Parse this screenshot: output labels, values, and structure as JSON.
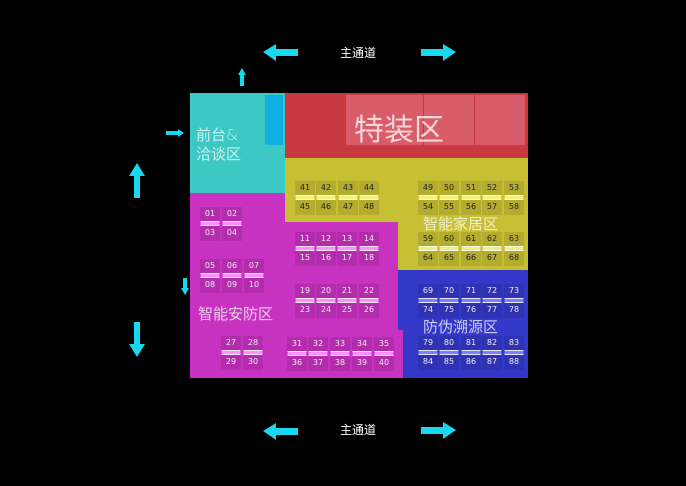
{
  "labels": {
    "main_aisle_top": "主通道",
    "main_aisle_bottom": "主通道",
    "special_zone": "特装区",
    "reception_line1": "前台&",
    "reception_line2": "洽谈区",
    "smart_home": "智能家居区",
    "smart_security": "智能安防区",
    "anti_counterfeit": "防伪溯源区"
  },
  "colors": {
    "reception": "#3cc8c4",
    "special": "#c8383f",
    "smart_home": "#c8c034",
    "smart_security": "#c832c0",
    "anti_counterfeit": "#3438c8",
    "arrow": "#18d8f0"
  },
  "booth_groups": [
    {
      "zone": "smart_home",
      "top": [
        "41",
        "42",
        "43",
        "44"
      ],
      "bottom": [
        "45",
        "46",
        "47",
        "48"
      ]
    },
    {
      "zone": "smart_home",
      "top": [
        "49",
        "50",
        "51",
        "52",
        "53"
      ],
      "bottom": [
        "54",
        "55",
        "56",
        "57",
        "58"
      ]
    },
    {
      "zone": "smart_home",
      "top": [
        "59",
        "60",
        "61",
        "62",
        "63"
      ],
      "bottom": [
        "64",
        "65",
        "66",
        "67",
        "68"
      ]
    },
    {
      "zone": "anti_counterfeit",
      "top": [
        "69",
        "70",
        "71",
        "72",
        "73"
      ],
      "bottom": [
        "74",
        "75",
        "76",
        "77",
        "78"
      ]
    },
    {
      "zone": "anti_counterfeit",
      "top": [
        "79",
        "80",
        "81",
        "82",
        "83"
      ],
      "bottom": [
        "84",
        "85",
        "86",
        "87",
        "88"
      ]
    },
    {
      "zone": "smart_security",
      "top": [
        "01",
        "02"
      ],
      "bottom": [
        "03",
        "04"
      ]
    },
    {
      "zone": "smart_security",
      "top": [
        "05",
        "06",
        "07"
      ],
      "bottom": [
        "08",
        "09",
        "10"
      ]
    },
    {
      "zone": "smart_security",
      "top": [
        "11",
        "12",
        "13",
        "14"
      ],
      "bottom": [
        "15",
        "16",
        "17",
        "18"
      ]
    },
    {
      "zone": "smart_security",
      "top": [
        "19",
        "20",
        "21",
        "22"
      ],
      "bottom": [
        "23",
        "24",
        "25",
        "26"
      ]
    },
    {
      "zone": "smart_security",
      "top": [
        "27",
        "28"
      ],
      "bottom": [
        "29",
        "30"
      ]
    },
    {
      "zone": "smart_security",
      "top": [
        "31",
        "32",
        "33",
        "34",
        "35"
      ],
      "bottom": [
        "36",
        "37",
        "38",
        "39",
        "40"
      ]
    }
  ]
}
